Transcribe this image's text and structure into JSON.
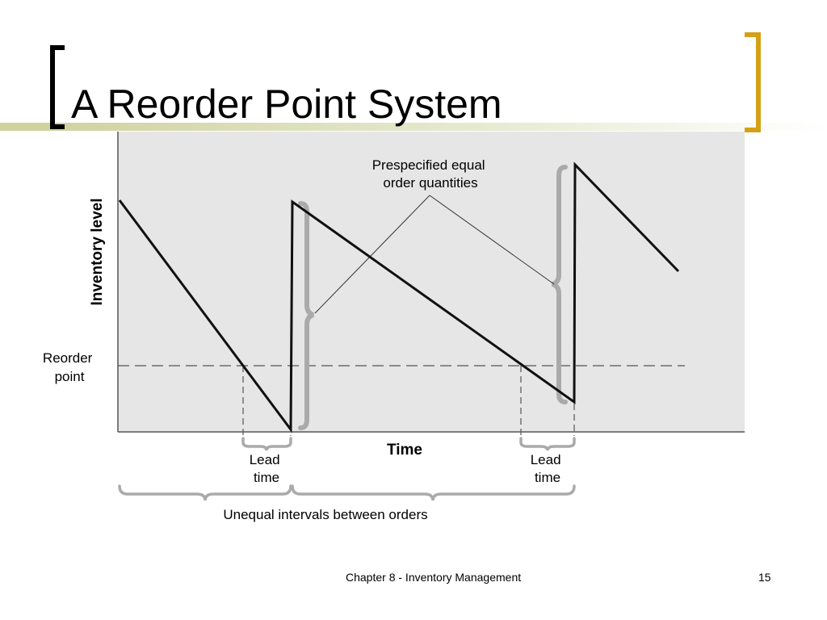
{
  "slide": {
    "title": "A Reorder Point System"
  },
  "diagram": {
    "y_axis_label": "Inventory level",
    "x_axis_label": "Time",
    "reorder_point_label": [
      "Reorder",
      "point"
    ],
    "annotation_label": [
      "Prespecified equal",
      "order quantities"
    ],
    "lead_time_label": [
      "Lead",
      "time"
    ],
    "intervals_label": "Unequal intervals between orders"
  },
  "footer": {
    "chapter": "Chapter 8 - Inventory Management",
    "page_number": "15"
  },
  "colors": {
    "accent_bracket": "#d4a017",
    "rule": "#cfd3a0",
    "plot_background": "#e6e6e6",
    "brace_gray": "#aaaaaa"
  }
}
